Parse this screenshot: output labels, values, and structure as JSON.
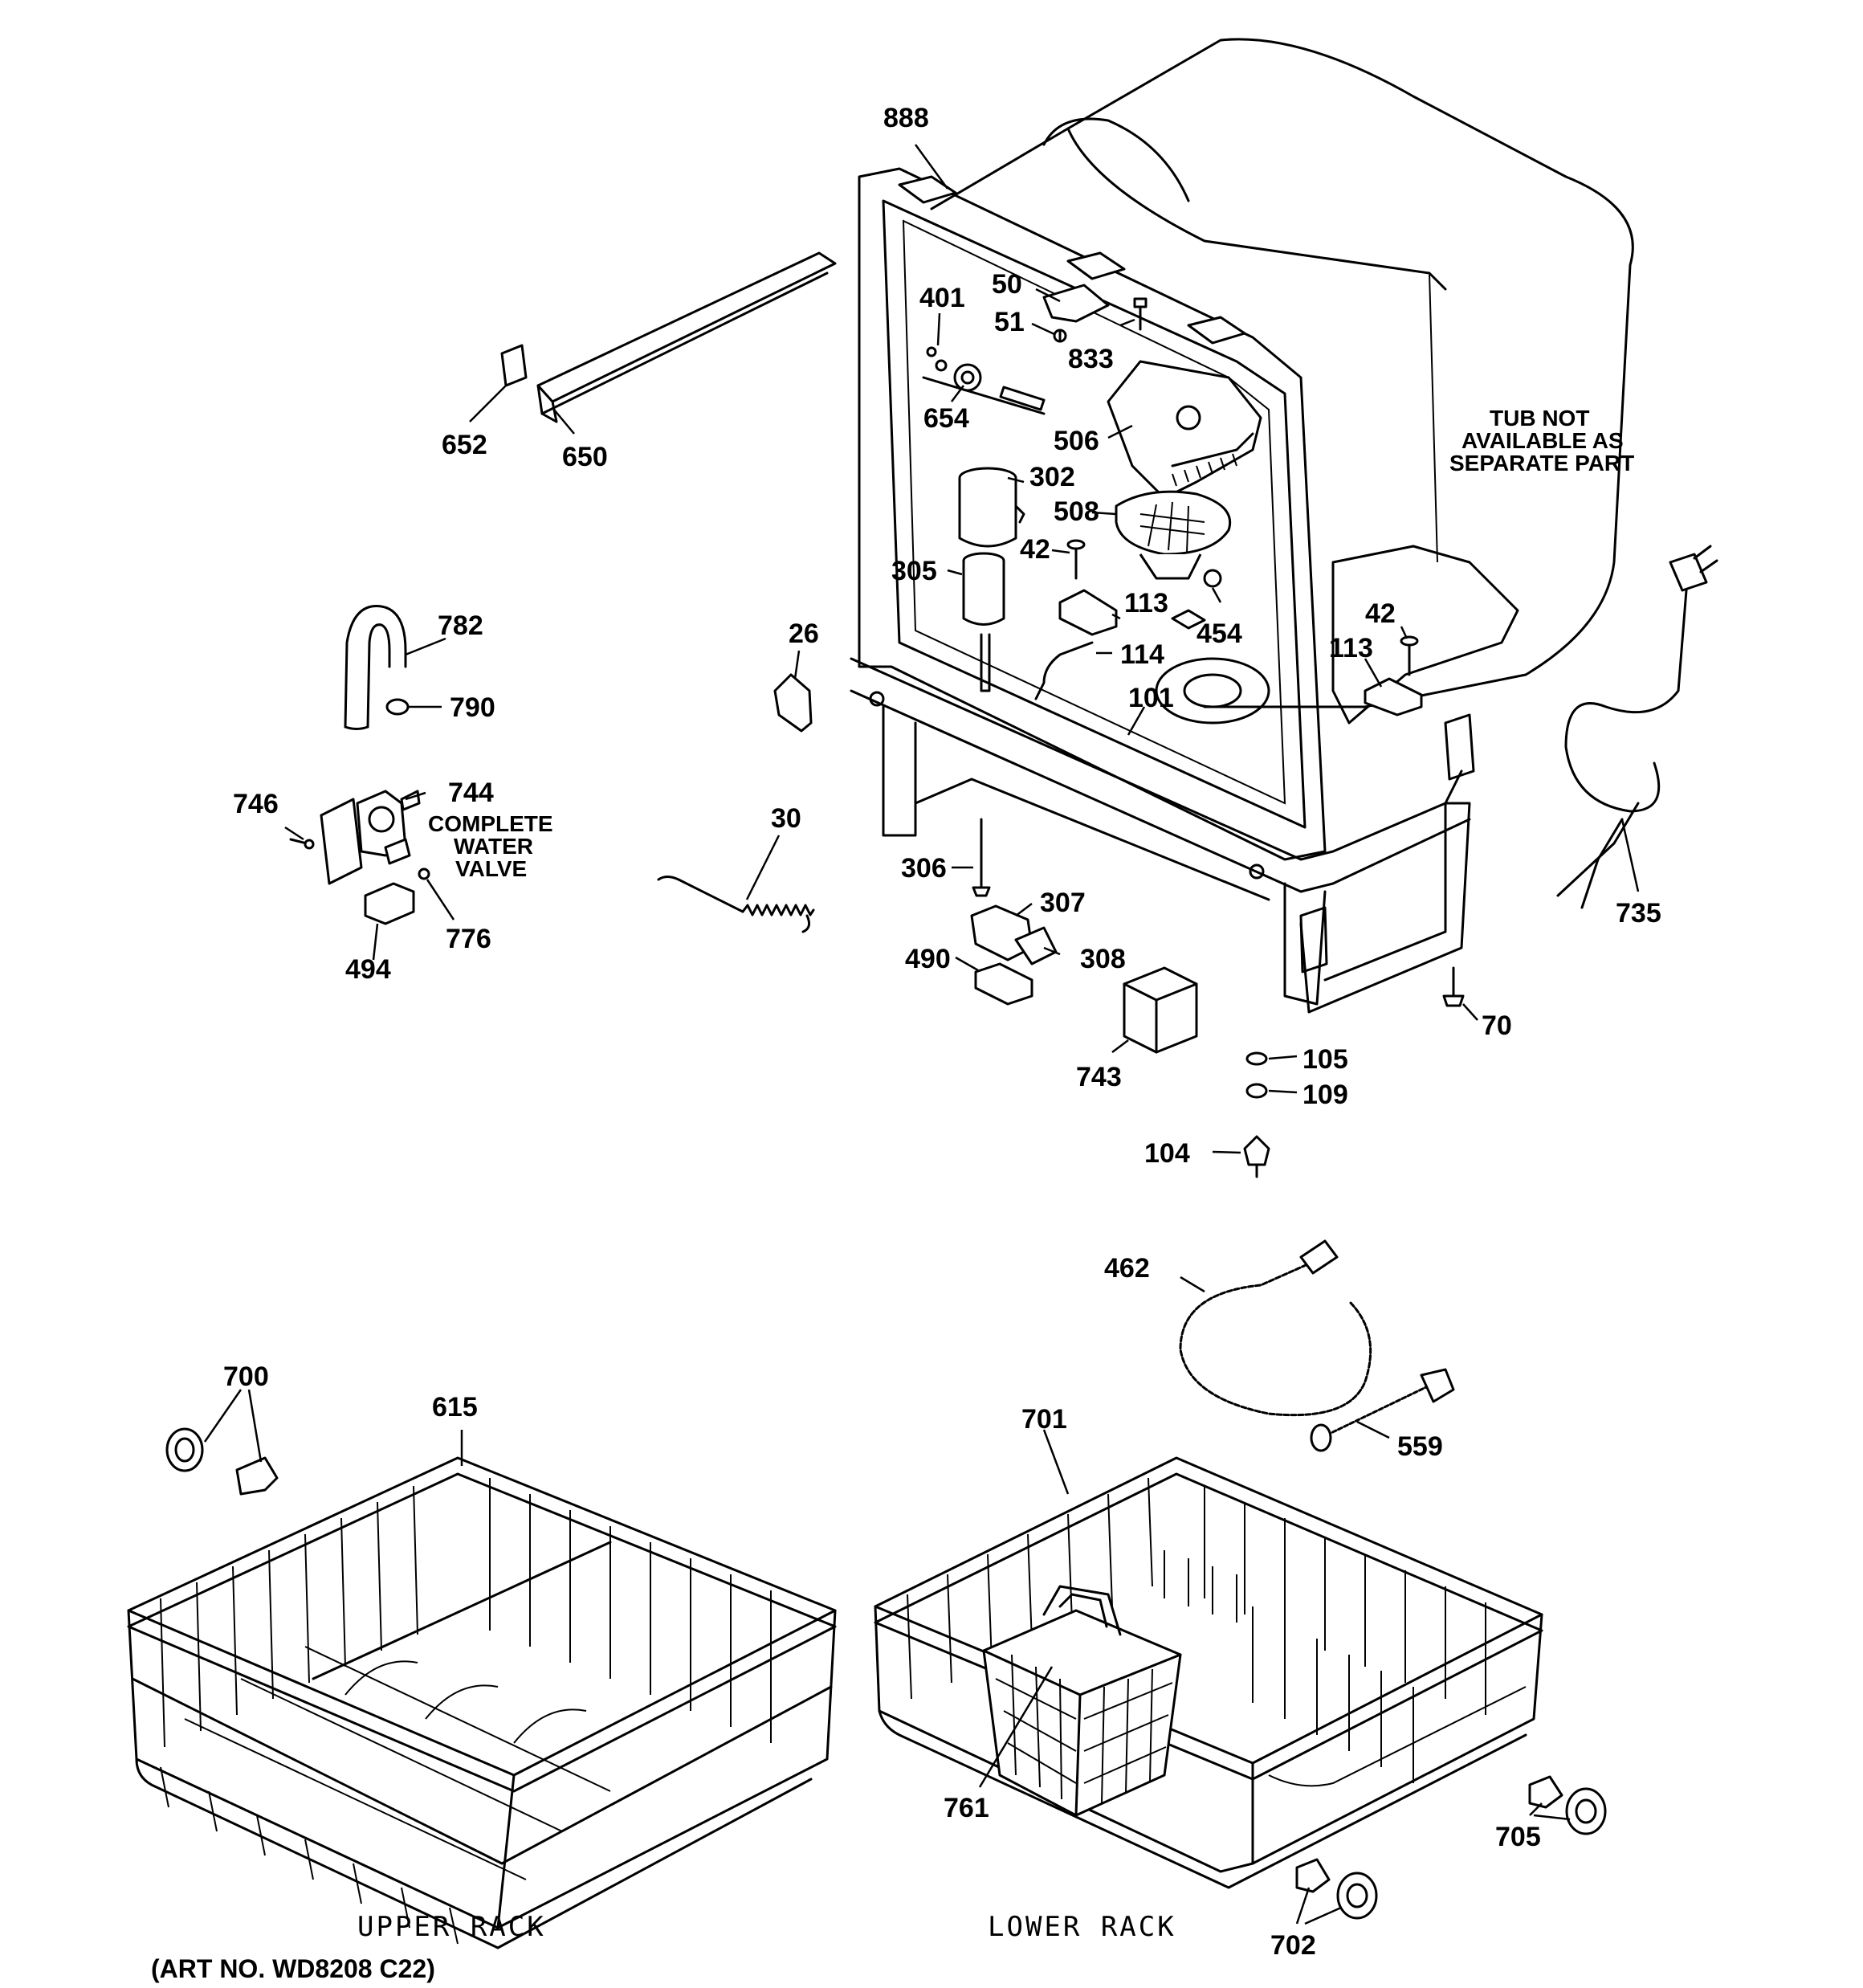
{
  "title": "",
  "art_number": "(ART NO. WD8208 C22)",
  "captions": {
    "upper_rack": "UPPER RACK",
    "lower_rack": "LOWER RACK"
  },
  "notes": {
    "tub_note": [
      "TUB NOT",
      "AVAILABLE AS",
      "SEPARATE PART"
    ],
    "valve_note": [
      "COMPLETE",
      "WATER",
      "VALVE"
    ]
  },
  "parts": {
    "p888": "888",
    "p50": "50",
    "p51": "51",
    "p401": "401",
    "p833": "833",
    "p654": "654",
    "p506": "506",
    "p302": "302",
    "p508": "508",
    "p42a": "42",
    "p305": "305",
    "p113a": "113",
    "p454": "454",
    "p114": "114",
    "p101": "101",
    "p42b": "42",
    "p113b": "113",
    "p652": "652",
    "p650": "650",
    "p782": "782",
    "p790": "790",
    "p26": "26",
    "p744": "744",
    "p746": "746",
    "p30": "30",
    "p306": "306",
    "p307": "307",
    "p490": "490",
    "p308": "308",
    "p776": "776",
    "p494": "494",
    "p735": "735",
    "p70": "70",
    "p743": "743",
    "p105": "105",
    "p109": "109",
    "p104": "104",
    "p462": "462",
    "p559": "559",
    "p700": "700",
    "p615": "615",
    "p701": "701",
    "p761": "761",
    "p705": "705",
    "p702": "702"
  }
}
